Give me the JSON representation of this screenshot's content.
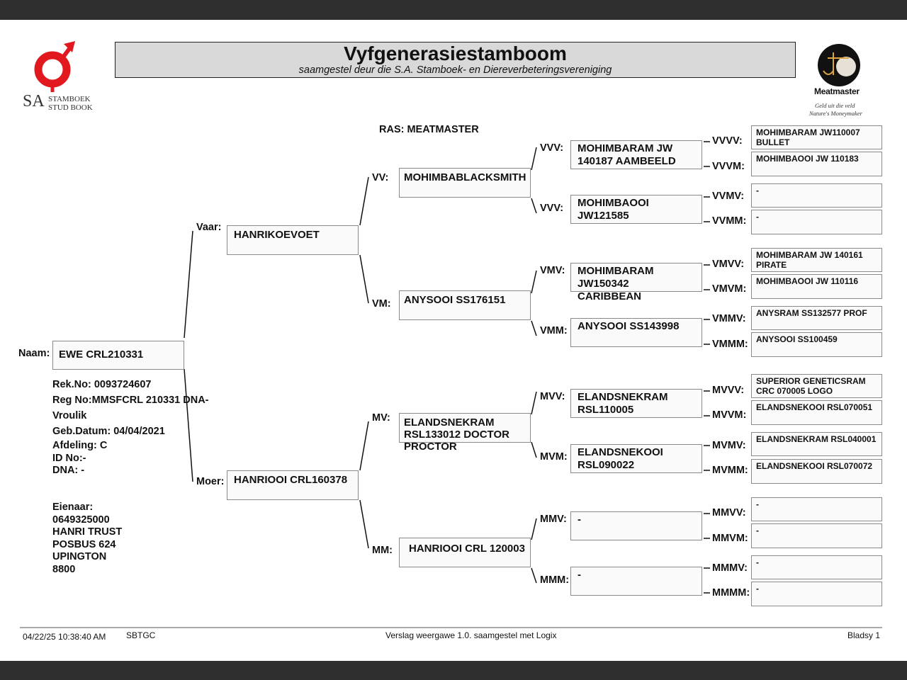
{
  "header": {
    "title": "Vyfgenerasiestamboom",
    "subtitle": "saamgestel deur die S.A. Stamboek- en Diereverbeteringsvereniging"
  },
  "logo_left": {
    "sa": "SA",
    "line1": "STAMBOEK",
    "line2": "STUD BOOK",
    "color": "#e1191f"
  },
  "logo_right": {
    "brand": "Meatmaster",
    "tagline1": "Geld uit die veld",
    "tagline2": "Nature's Moneymaker",
    "accent": "#9b6a2f"
  },
  "ras": "RAS: MEATMASTER",
  "labels": {
    "naam": "Naam:",
    "vaar": "Vaar:",
    "moer": "Moer:",
    "vv": "VV:",
    "vm": "VM:",
    "mv": "MV:",
    "mm": "MM:",
    "vvv": "VVV:",
    "vvm": "VVV:",
    "vmv": "VMV:",
    "vmm": "VMM:",
    "mvv": "MVV:",
    "mvm": "MVM:",
    "mmv": "MMV:",
    "mmm": "MMM:",
    "vvvv": "VVVV:",
    "vvvm": "VVVM:",
    "vvmv": "VVMV:",
    "vvmm": "VVMM:",
    "vmvv": "VMVV:",
    "vmvm": "VMVM:",
    "vmmv": "VMMV:",
    "vmmm": "VMMM:",
    "mvvv": "MVVV:",
    "mvvm": "MVVM:",
    "mvmv": "MVMV:",
    "mvmm": "MVMM:",
    "mmvv": "MMVV:",
    "mmvm": "MMVM:",
    "mmmv": "MMMV:",
    "mmmm": "MMMM:"
  },
  "animal": {
    "naam": "EWE CRL210331",
    "rek_no": "Rek.No: 0093724607",
    "reg_no": "Reg No:MMSFCRL 210331 DNA-",
    "geslag": "Vroulik",
    "geb_datum": "Geb.Datum: 04/04/2021",
    "afdeling": "Afdeling: C",
    "id_no": "ID No:-",
    "dna": "DNA: -",
    "eienaar_label": "Eienaar:",
    "eienaar_no": "0649325000",
    "eienaar_naam": "HANRI TRUST",
    "adres1": "POSBUS 624",
    "adres2": "UPINGTON",
    "kode": "8800"
  },
  "pedigree": {
    "vaar": "HANRIKOEVOET",
    "moer": "HANRIOOI CRL160378",
    "vv": "MOHIMBABLACKSMITH",
    "vm": "ANYSOOI SS176151",
    "mv": "ELANDSNEKRAM RSL133012 DOCTOR PROCTOR",
    "mm": "HANRIOOI CRL 120003",
    "vvv": "MOHIMBARAM JW 140187 AAMBEELD",
    "vvm": "MOHIMBAOOI JW121585",
    "vmv": "MOHIMBARAM JW150342 CARIBBEAN",
    "vmm": "ANYSOOI SS143998",
    "mvv": "ELANDSNEKRAM RSL110005",
    "mvm": "ELANDSNEKOOI RSL090022",
    "mmv": "-",
    "mmm": "-",
    "vvvv": "MOHIMBARAM JW110007 BULLET",
    "vvvm": "MOHIMBAOOI JW 110183",
    "vvmv": "-",
    "vvmm": "-",
    "vmvv": "MOHIMBARAM JW 140161 PIRATE",
    "vmvm": "MOHIMBAOOI JW 110116",
    "vmmv": "ANYSRAM SS132577 PROF",
    "vmmm": "ANYSOOI SS100459",
    "mvvv": "SUPERIOR GENETICSRAM CRC 070005 LOGO",
    "mvvm": "ELANDSNEKOOI RSL070051",
    "mvmv": "ELANDSNEKRAM RSL040001",
    "mvmm": "ELANDSNEKOOI RSL070072",
    "mmvv": "-",
    "mmvm": "-",
    "mmmv": "-",
    "mmmm": "-"
  },
  "footer": {
    "timestamp": "04/22/25 10:38:40 AM",
    "code": "SBTGC",
    "report": "Verslag weergawe 1.0. saamgestel met Logix",
    "page": "Bladsy 1"
  }
}
